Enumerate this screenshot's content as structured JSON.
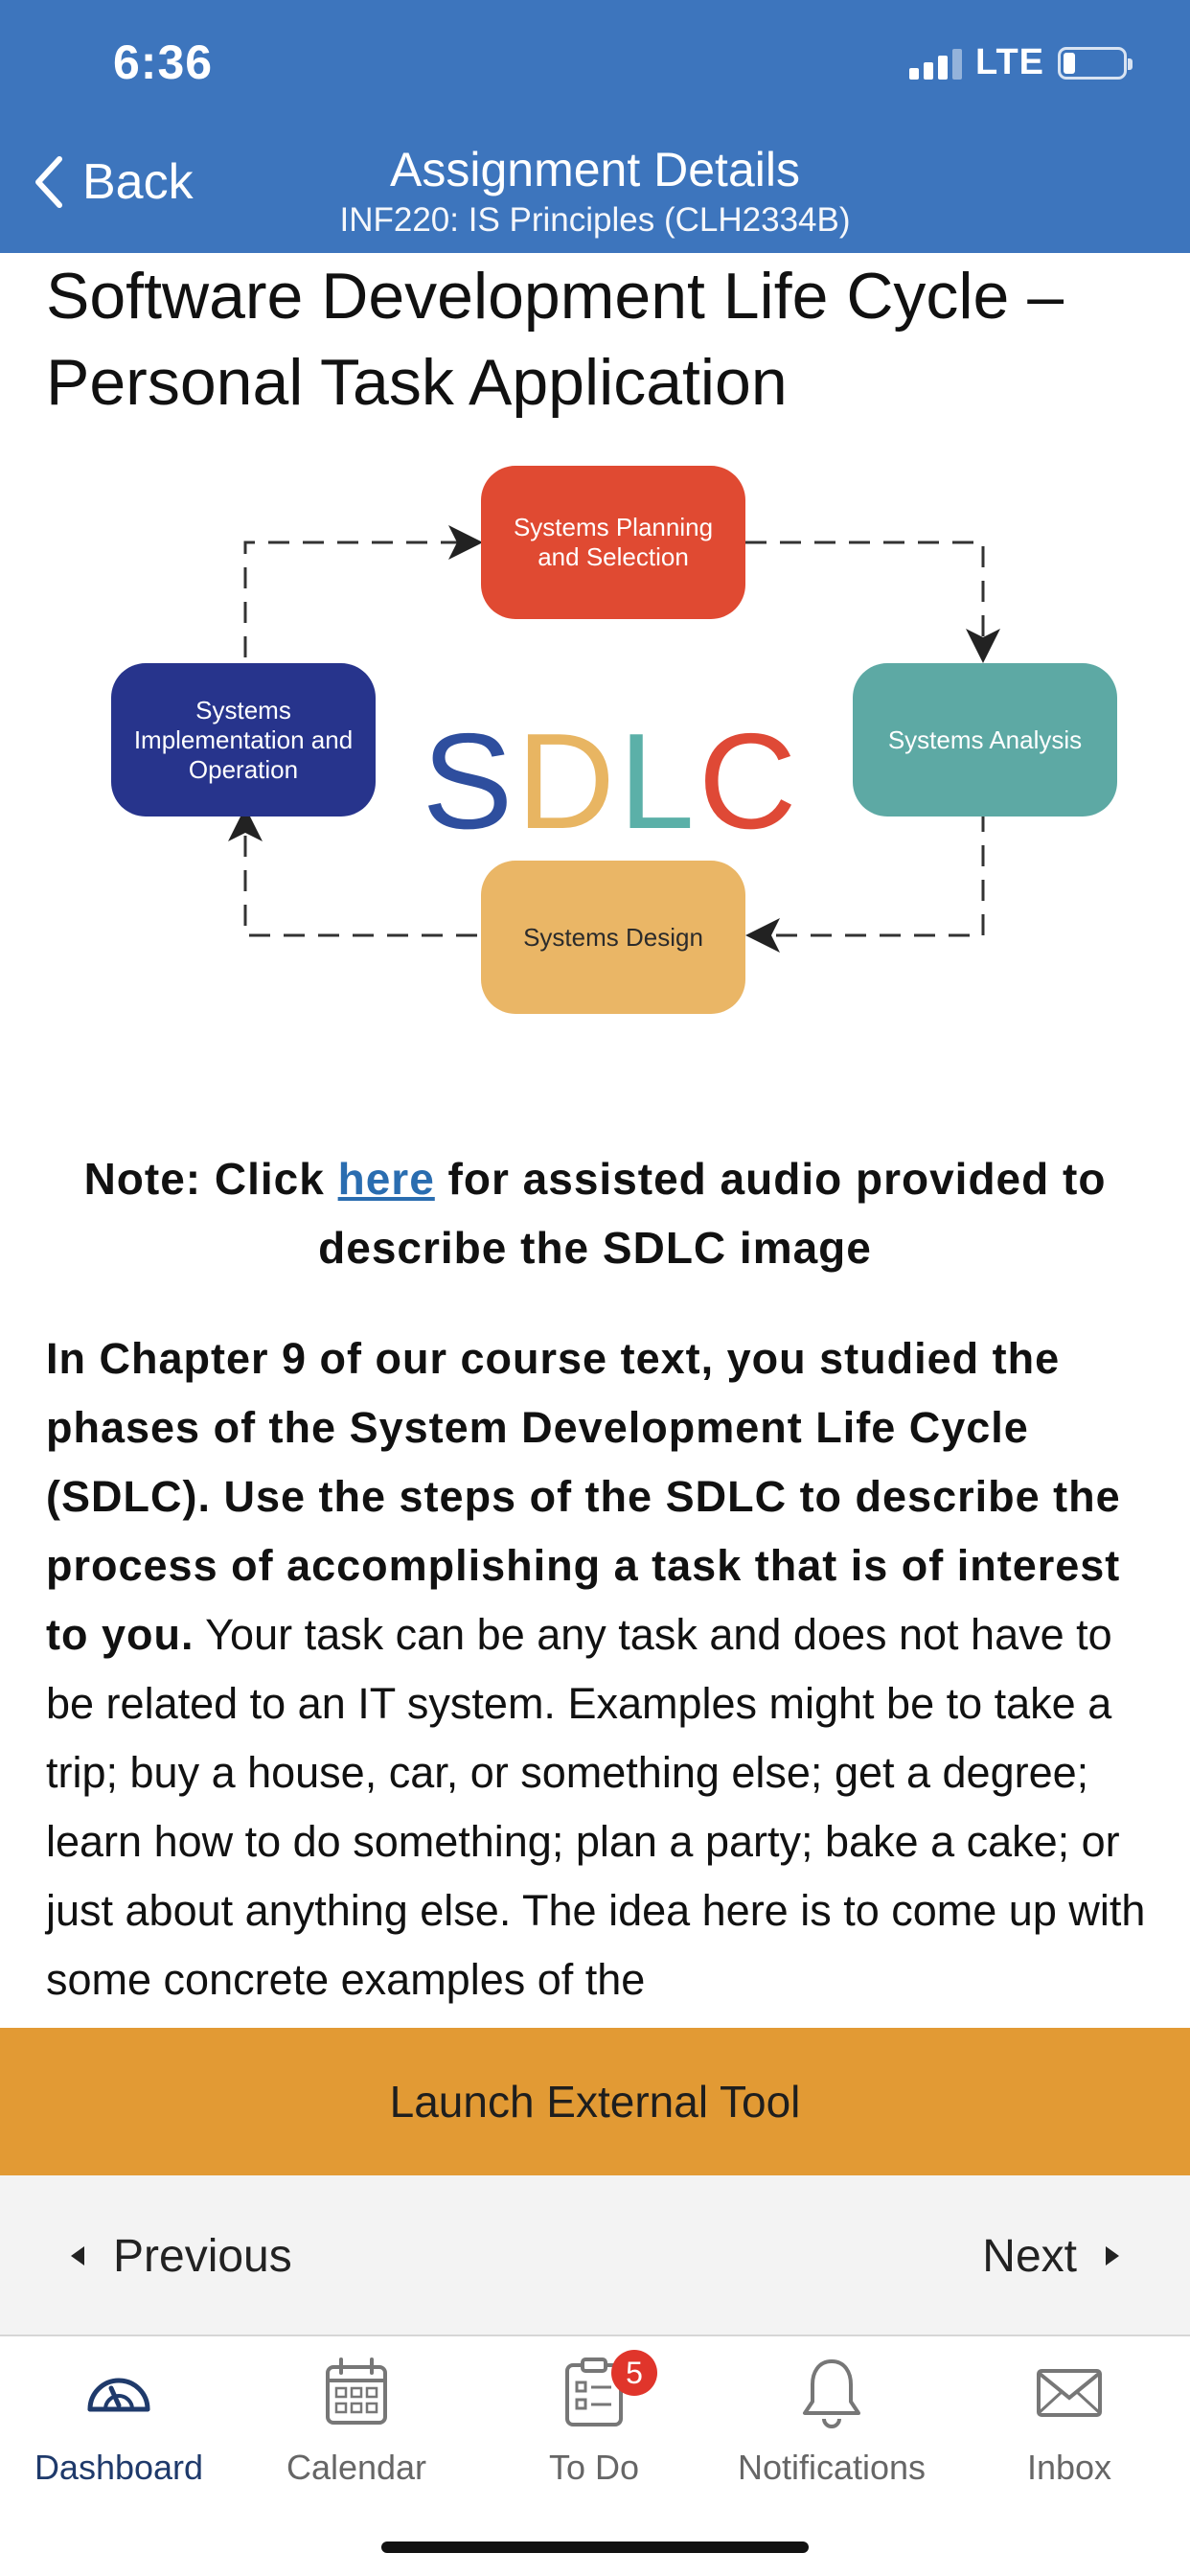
{
  "status_bar": {
    "time": "6:36",
    "network": "LTE"
  },
  "nav": {
    "back_label": "Back",
    "title": "Assignment Details",
    "subtitle": "INF220: IS Principles (CLH2334B)"
  },
  "assignment": {
    "title": "Software Development Life Cycle – Personal Task Application",
    "diagram": {
      "center_word": "SDLC",
      "center_letter_colors": [
        "#2e4e9e",
        "#e8b562",
        "#5bb0a8",
        "#df4936"
      ],
      "nodes": [
        {
          "label": "Systems Planning and Selection",
          "color": "#e04a32"
        },
        {
          "label": "Systems Analysis",
          "color": "#5da9a4"
        },
        {
          "label": "Systems Design",
          "color": "#eab666"
        },
        {
          "label": "Systems Implementation and Operation",
          "color": "#27348c"
        }
      ]
    },
    "note": {
      "prefix": "Note: Click ",
      "link": "here",
      "suffix": " for assisted audio provided to describe the SDLC image"
    },
    "body_bold": "In Chapter 9 of our course text, you studied the phases of the System Development Life Cycle (SDLC). Use the steps of the SDLC to describe the process of accomplishing a task that is of interest to you.",
    "body_regular": " Your task can be any task and does not have to be related to an IT system. Examples might be to take a trip; buy a house, car, or something else; get a degree; learn how to do something; plan a party; bake a cake; or just about anything else. The idea here is to come up with some concrete examples of the"
  },
  "actions": {
    "launch_label": "Launch External Tool"
  },
  "pager": {
    "previous_label": "Previous",
    "next_label": "Next"
  },
  "tabs": [
    {
      "label": "Dashboard",
      "icon": "dashboard-icon",
      "active": true
    },
    {
      "label": "Calendar",
      "icon": "calendar-icon"
    },
    {
      "label": "To Do",
      "icon": "todo-icon",
      "badge": "5"
    },
    {
      "label": "Notifications",
      "icon": "bell-icon"
    },
    {
      "label": "Inbox",
      "icon": "envelope-icon"
    }
  ],
  "colors": {
    "header": "#3d75bd",
    "launch": "#e29a34",
    "link": "#2a6db0",
    "badge": "#e0352b"
  }
}
